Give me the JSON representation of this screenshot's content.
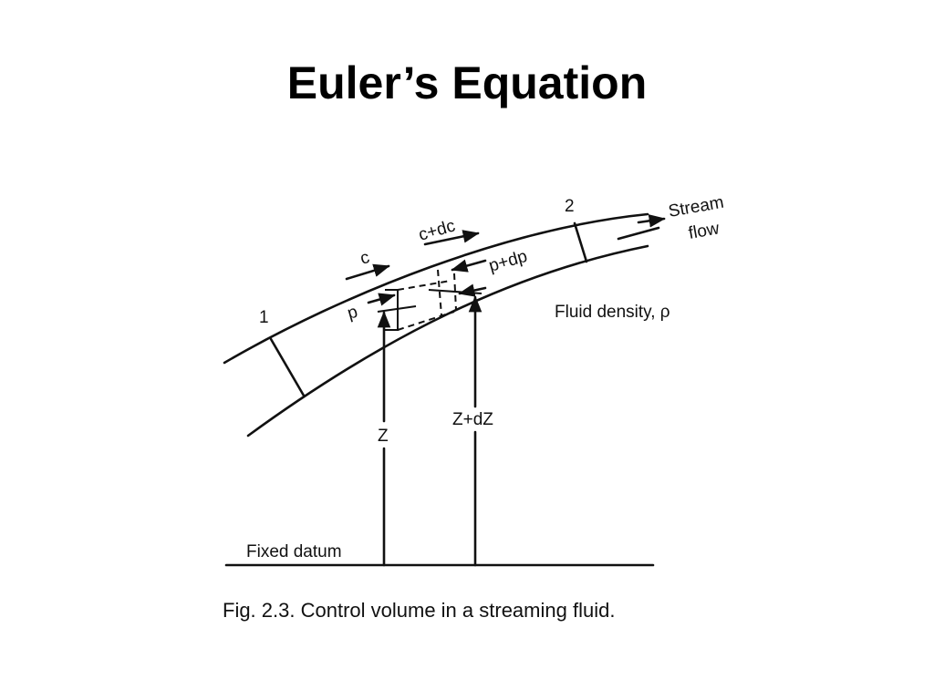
{
  "slide": {
    "title": "Euler’s Equation"
  },
  "figure": {
    "station_1": "1",
    "station_2": "2",
    "velocity_in": "c",
    "velocity_out": "c+dc",
    "pressure_in": "p",
    "pressure_out": "p+dp",
    "stream_flow_line1": "Stream",
    "stream_flow_line2": "flow",
    "fluid_density": "Fluid density, ρ",
    "height_in": "Z",
    "height_out": "Z+dZ",
    "datum": "Fixed datum",
    "caption_prefix": "Fig.",
    "caption_text": " 2.3. Control volume in a streaming fluid."
  }
}
